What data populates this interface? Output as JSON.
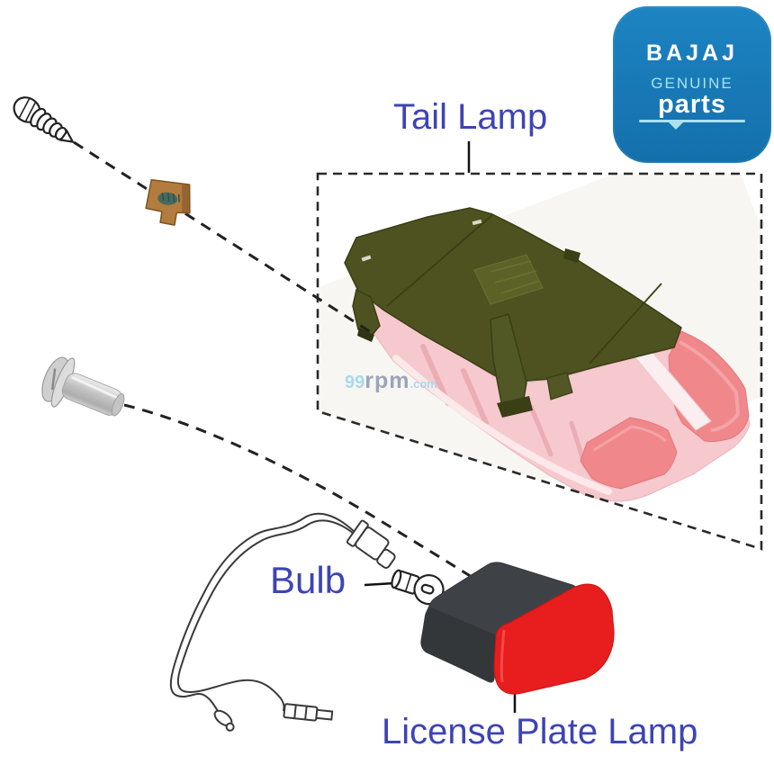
{
  "page": {
    "background": "#ffffff",
    "type": "spare-parts-diagram"
  },
  "badge": {
    "brand": "BAJAJ",
    "line1": "GENUINE",
    "line2": "parts",
    "bg_color": "#1878b6",
    "accent_color": "#a9e2ee",
    "text_color": "#ffffff"
  },
  "labels": {
    "tail_lamp": "Tail Lamp",
    "bulb": "Bulb",
    "license_plate_lamp": "License Plate Lamp",
    "label_color": "#3e44b4"
  },
  "watermark": {
    "part1": "99",
    "part2": "rpm",
    "part3": ".com"
  },
  "illustrations": [
    {
      "name": "mounting-screw-icon"
    },
    {
      "name": "retainer-clip-icon"
    },
    {
      "name": "tail-lamp-assembly-illustration"
    },
    {
      "name": "flange-bolt-icon"
    },
    {
      "name": "wiring-harness-illustration"
    },
    {
      "name": "bulb-icon"
    },
    {
      "name": "license-plate-lamp-illustration"
    }
  ],
  "colors": {
    "housing_olive": "#4d5220",
    "lens_pink": "#f6c9ce",
    "lens_red": "#f0878b",
    "plate_lamp_body": "#3e4246",
    "plate_lamp_lens": "#e81d1d",
    "clip_brown": "#b27c3e",
    "bolt_gray": "#c9c9c9",
    "dash_line": "#2a2a2a"
  }
}
